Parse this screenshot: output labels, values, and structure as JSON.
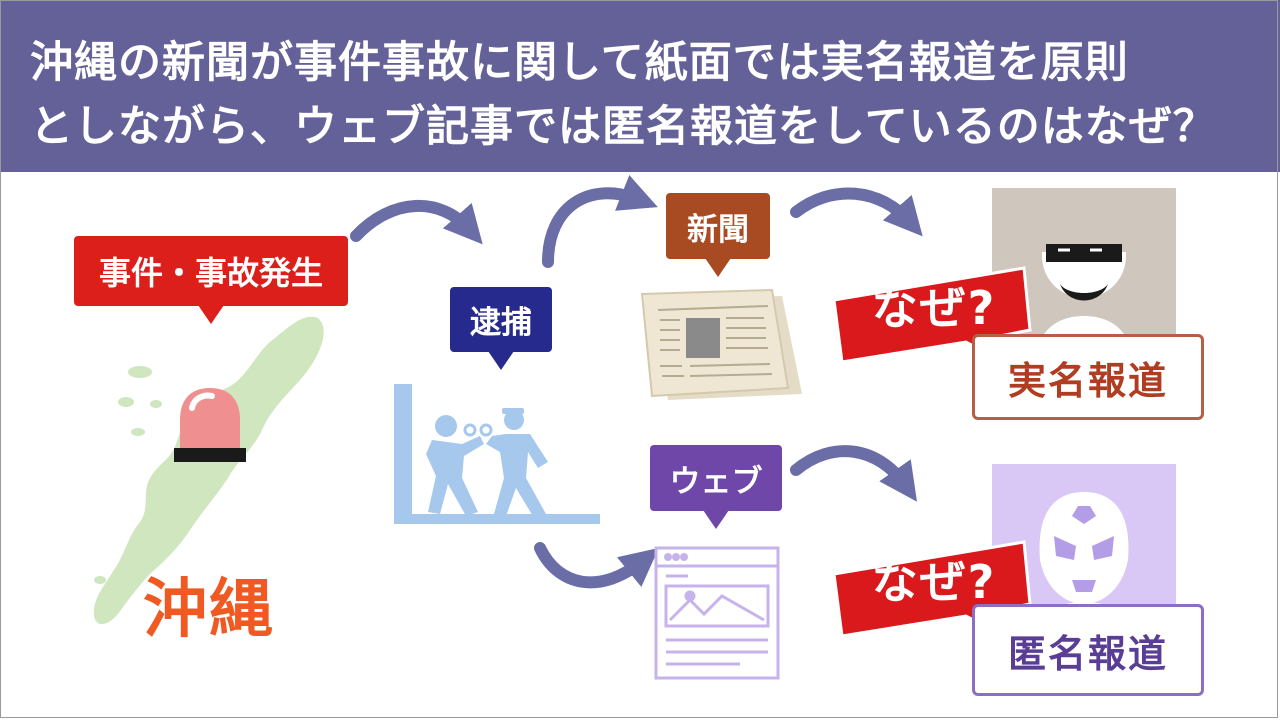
{
  "header": {
    "line1": "沖縄の新聞が事件事故に関して紙面では実名報道を原則",
    "line2": "としながら、ウェブ記事では匿名報道をしているのはなぜ？"
  },
  "badges": {
    "incident": "事件・事故発生",
    "arrest": "逮捕",
    "newspaper": "新聞",
    "web": "ウェブ"
  },
  "labels": {
    "okinawa": "沖縄",
    "real_name": "実名報道",
    "anonymous": "匿名報道",
    "why_top": "なぜ?",
    "why_bottom": "なぜ?"
  },
  "colors": {
    "header_bg": "#646198",
    "incident": "#dc1f1b",
    "arrest": "#262a8c",
    "newspaper": "#a84a22",
    "web": "#6e47a8",
    "why_bg": "#d9191c",
    "arrow": "#6b6ea6"
  },
  "icons": [
    "okinawa-map-icon",
    "siren-icon",
    "arrest-scene-icon",
    "newspaper-icon",
    "web-page-icon",
    "masked-person-icon",
    "luchador-mask-icon"
  ]
}
